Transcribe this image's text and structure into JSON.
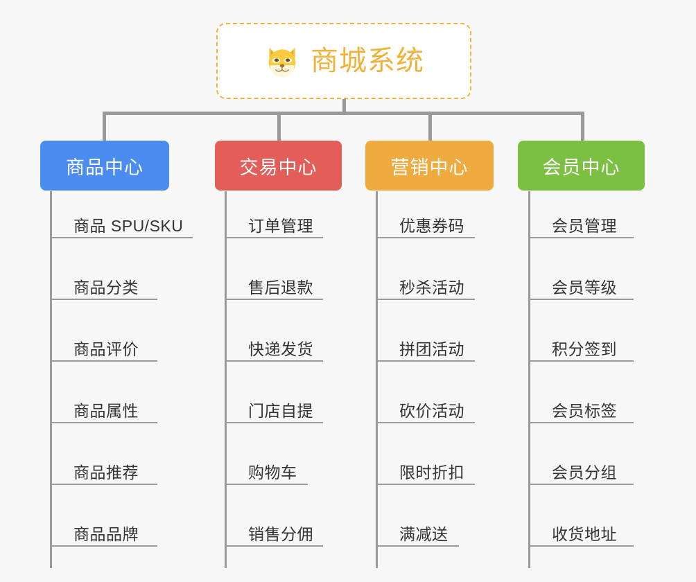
{
  "root": {
    "title": "商城系统",
    "icon": "shiba-dog-emoji",
    "border_color": "#efb33c",
    "text_color": "#efb33c"
  },
  "canvas": {
    "background": "#f7f7f7",
    "connector_color": "#9a9a9a"
  },
  "branches": [
    {
      "title": "商品中心",
      "color": "#4a8cf0",
      "leaves": [
        "商品 SPU/SKU",
        "商品分类",
        "商品评价",
        "商品属性",
        "商品推荐",
        "商品品牌"
      ]
    },
    {
      "title": "交易中心",
      "color": "#e35d59",
      "leaves": [
        "订单管理",
        "售后退款",
        "快递发货",
        "门店自提",
        "购物车",
        "销售分佣"
      ]
    },
    {
      "title": "营销中心",
      "color": "#eeab3f",
      "leaves": [
        "优惠券码",
        "秒杀活动",
        "拼团活动",
        "砍价活动",
        "限时折扣",
        "满减送"
      ]
    },
    {
      "title": "会员中心",
      "color": "#7bc043",
      "leaves": [
        "会员管理",
        "会员等级",
        "积分签到",
        "会员标签",
        "会员分组",
        "收货地址"
      ]
    }
  ]
}
